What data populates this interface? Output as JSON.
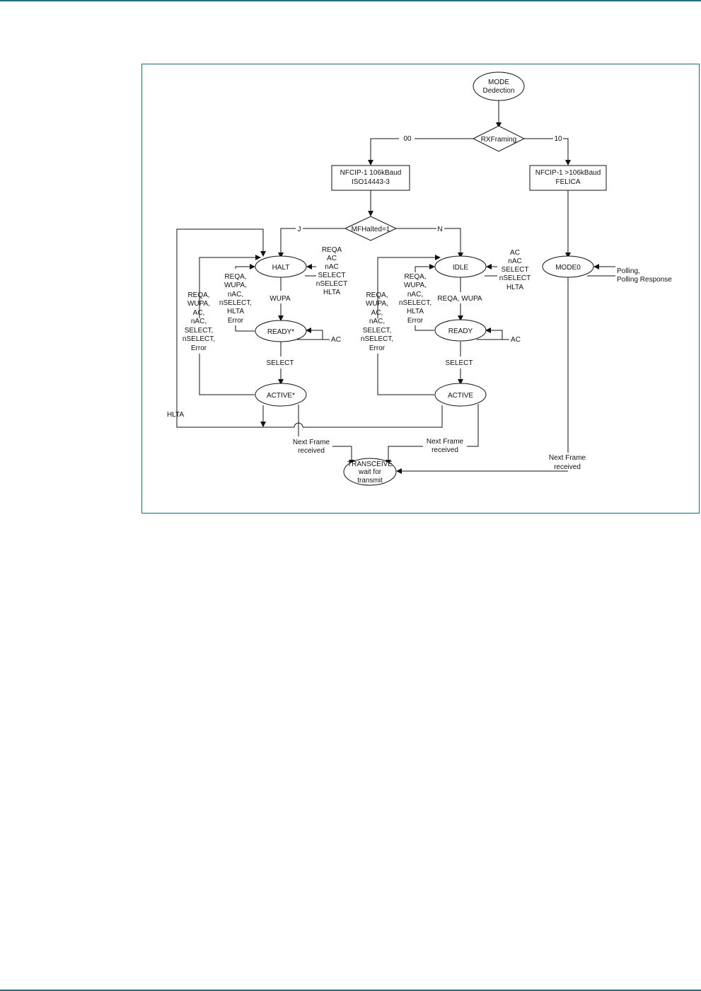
{
  "diagram": {
    "nodes": {
      "mode_detection": [
        "MODE",
        "Dedection"
      ],
      "rxframing": "RXFraming",
      "nfcip_106": [
        "NFCIP-1 106kBaud",
        "ISO14443-3"
      ],
      "nfcip_gt106": [
        "NFCIP-1 >106kBaud",
        "FELICA"
      ],
      "mfhalted": "MFHalted=1",
      "halt": "HALT",
      "ready_star": "READY*",
      "active_star": "ACTIVE*",
      "idle": "IDLE",
      "ready": "READY",
      "active": "ACTIVE",
      "mode0": "MODE0",
      "transceive": [
        "TRANSCEIVE",
        "wait for",
        "transmit"
      ]
    },
    "edge_labels": {
      "rx_00": "00",
      "rx_10": "10",
      "mf_j": "J",
      "mf_n": "N",
      "halt_self": [
        "REQA",
        "AC",
        "nAC",
        "SELECT",
        "nSELECT",
        "HLTA"
      ],
      "halt_to_ready": "WUPA",
      "ready_star_back": [
        "REQA,",
        "WUPA,",
        "nAC,",
        "nSELECT,",
        "HLTA",
        "Error"
      ],
      "ready_star_self": "AC",
      "ready_star_to_active": "SELECT",
      "active_star_back": [
        "REQA,",
        "WUPA,",
        "AC,",
        "nAC,",
        "SELECT,",
        "nSELECT,",
        "Error"
      ],
      "hlta": "HLTA",
      "next_frame_left": [
        "Next Frame",
        "received"
      ],
      "idle_self": [
        "AC",
        "nAC",
        "SELECT",
        "nSELECT",
        "HLTA"
      ],
      "idle_to_ready": "REQA, WUPA",
      "ready_back": [
        "REQA,",
        "WUPA,",
        "nAC,",
        "nSELECT,",
        "HLTA",
        "Error"
      ],
      "ready_self": "AC",
      "ready_to_active": "SELECT",
      "active_back": [
        "REQA,",
        "WUPA,",
        "AC,",
        "nAC,",
        "SELECT,",
        "nSELECT,",
        "Error"
      ],
      "next_frame_mid": [
        "Next Frame",
        "received"
      ],
      "mode0_self": [
        "Polling,",
        "Polling Response"
      ],
      "next_frame_right": [
        "Next Frame",
        "received"
      ]
    }
  }
}
